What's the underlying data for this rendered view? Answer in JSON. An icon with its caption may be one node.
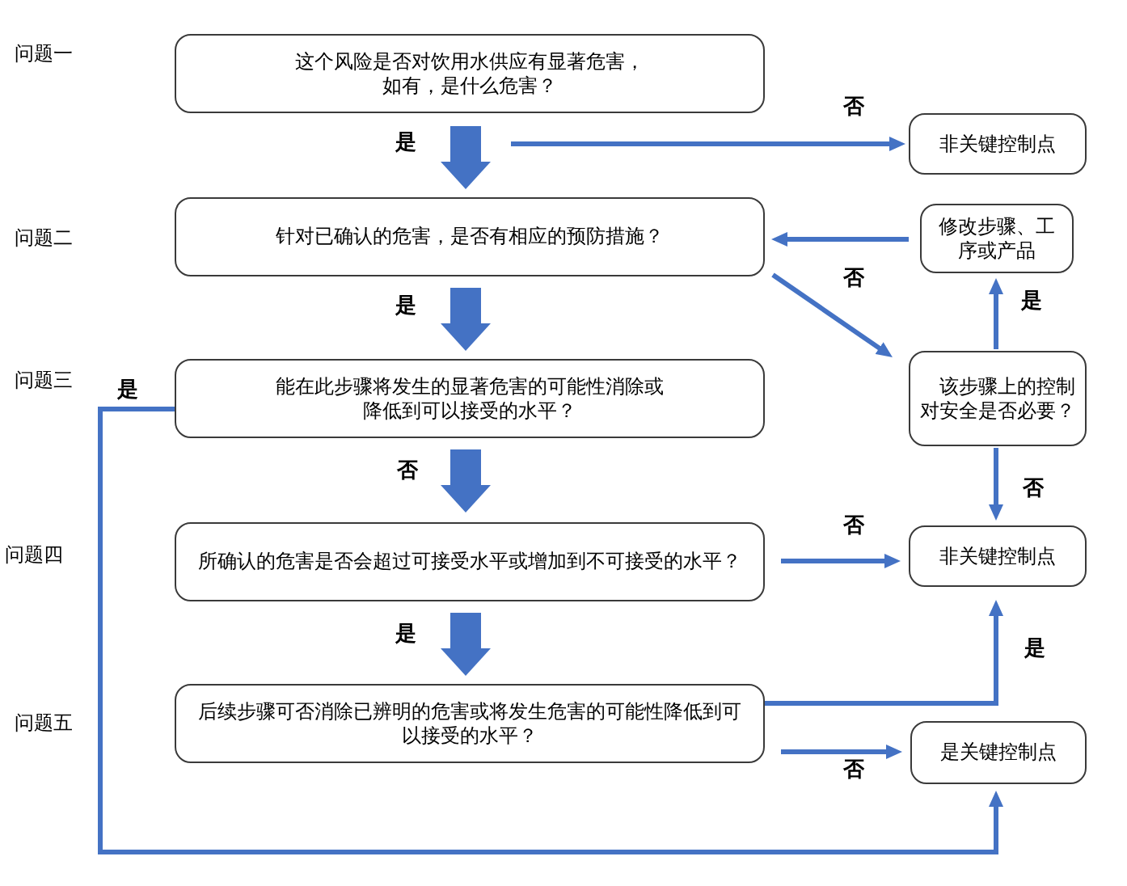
{
  "diagram": {
    "nodes": [
      {
        "text": [
          "这个风险是否对饮用水供应有显著危害，如有，是什么危害？"
        ]
      },
      {
        "text": [
          "非关键控制点"
        ]
      },
      {
        "text": [
          "针对已确认的危害，是否有相应的预防措施？"
        ]
      },
      {
        "text": [
          "修改步骤、工序或产品"
        ]
      },
      {
        "text": [
          "能在此步骤将发生的显著危害的可能性消除或降低到可以接受的水平？"
        ]
      },
      {
        "text": [
          "该步骤上的控制对安全是否必要？"
        ]
      },
      {
        "text": [
          "所确认的危害是否会超过可接受水平或增加到不可接受的水平？"
        ]
      },
      {
        "text": [
          "非关键控制点"
        ]
      },
      {
        "text": [
          "后续步骤可否消除已辨明的危害或将发生危害的可能性降低到可以接受的水平？"
        ]
      },
      {
        "text": [
          "是关键控制点"
        ]
      }
    ],
    "edges": [
      {
        "from": 0,
        "to": 2,
        "arrow": "to",
        "label": "是",
        "style": "thick"
      },
      {
        "from": 0,
        "to": 1,
        "arrow": "to",
        "label": "否"
      },
      {
        "from": 3,
        "to": 2,
        "arrow": "to"
      },
      {
        "from": 2,
        "to": 4,
        "arrow": "to",
        "label": "是",
        "style": "thick"
      },
      {
        "from": 2,
        "to": 5,
        "arrow": "to",
        "label": "否"
      },
      {
        "from": 5,
        "to": 3,
        "arrow": "to",
        "label": "是"
      },
      {
        "from": 5,
        "to": 7,
        "arrow": "to",
        "label": "否"
      },
      {
        "from": 4,
        "to": 9,
        "arrow": "to",
        "label": "是"
      },
      {
        "from": 4,
        "to": 6,
        "arrow": "to",
        "label": "否",
        "style": "thick"
      },
      {
        "from": 6,
        "to": 7,
        "arrow": "to",
        "label": "否"
      },
      {
        "from": 6,
        "to": 8,
        "arrow": "to",
        "label": "是",
        "style": "thick"
      },
      {
        "from": 8,
        "to": 7,
        "arrow": "to",
        "label": "是"
      },
      {
        "from": 8,
        "to": 9,
        "arrow": "to",
        "label": "否"
      }
    ],
    "labels": [
      "问题一",
      "问题二",
      "问题三",
      "问题四",
      "问题五"
    ]
  }
}
